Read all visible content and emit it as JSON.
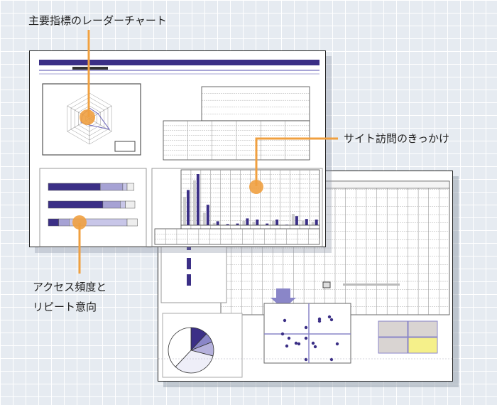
{
  "callouts": {
    "radar": "主要指標のレーダーチャート",
    "visit": "サイト訪問のきっかけ",
    "access_line1": "アクセス頻度と",
    "access_line2": "リピート意向"
  },
  "colors": {
    "accent": "#f0a040",
    "primary": "#3b2f86",
    "secondary": "#9a94c8",
    "highlight": "#f5f08a"
  }
}
